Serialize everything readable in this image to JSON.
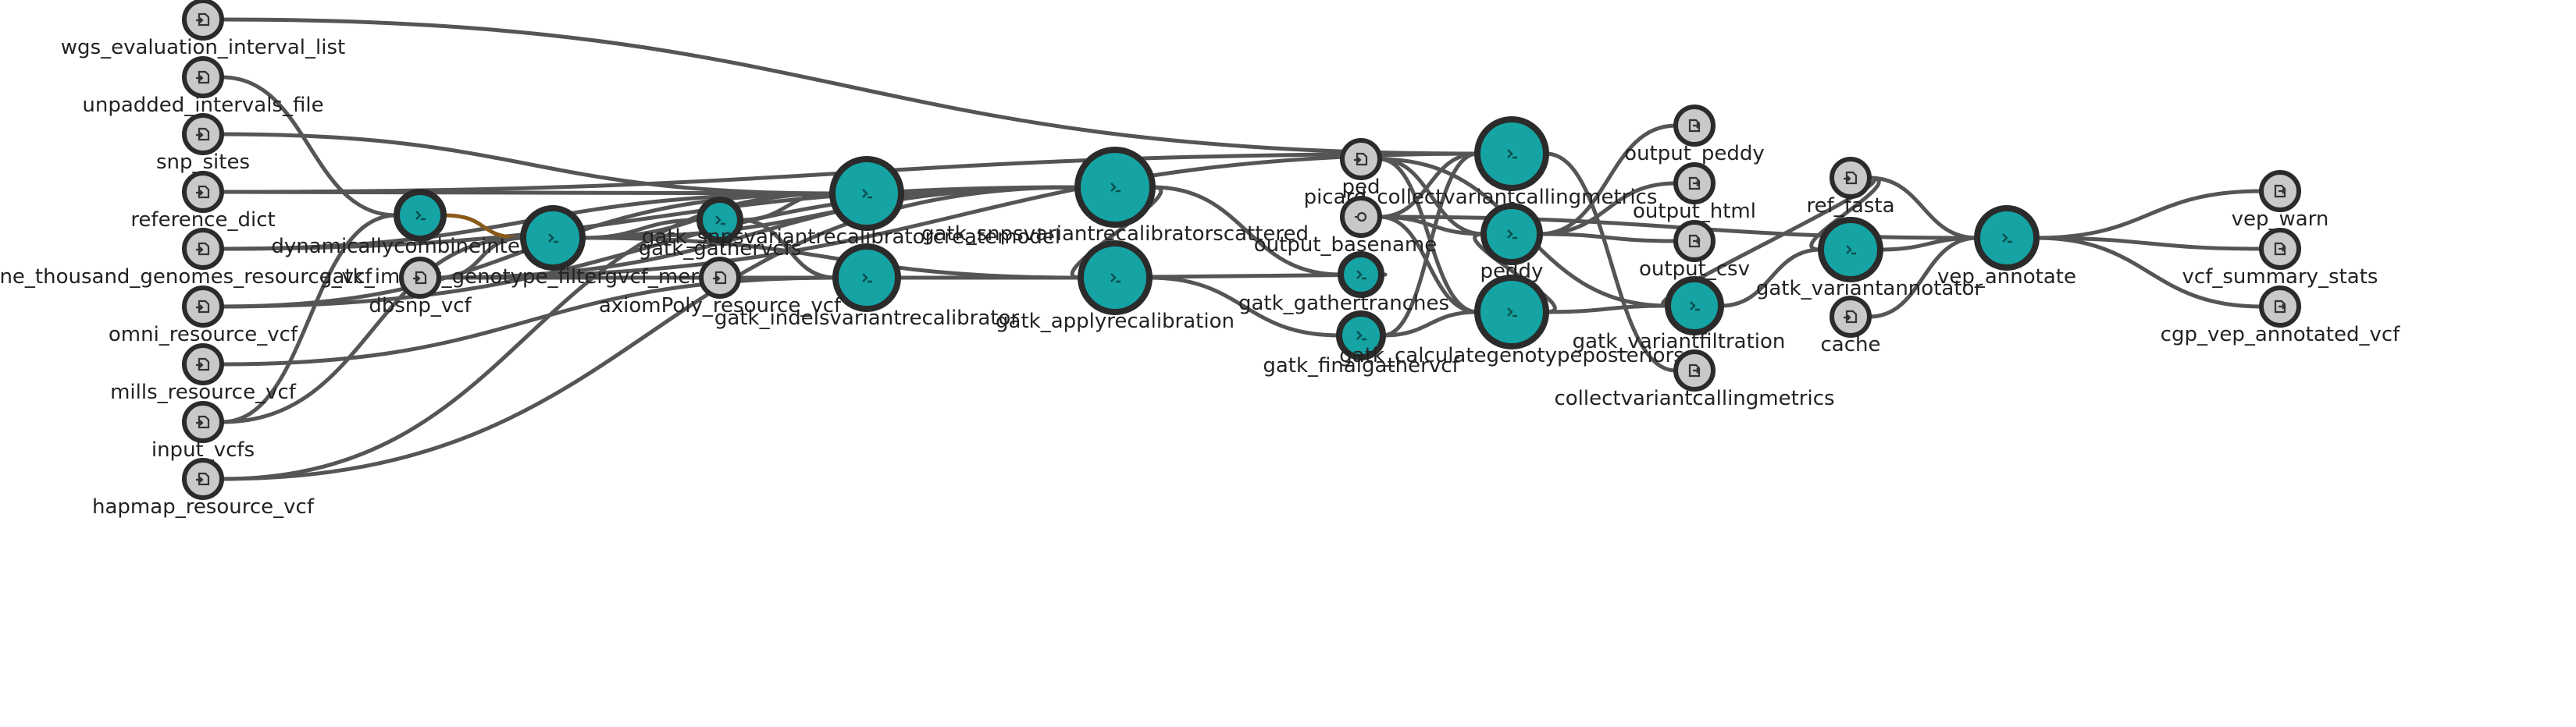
{
  "colors": {
    "step_fill": "#15a3a3",
    "io_fill": "#c9c9c9",
    "edge": "#555555",
    "highlight_edge": "#8a5a1a"
  },
  "inputs": [
    {
      "id": "wgs_evaluation_interval_list",
      "label": "wgs_evaluation_interval_list",
      "icon": "input-icon"
    },
    {
      "id": "unpadded_intervals_file",
      "label": "unpadded_intervals_file",
      "icon": "input-icon"
    },
    {
      "id": "snp_sites",
      "label": "snp_sites",
      "icon": "input-icon"
    },
    {
      "id": "reference_dict",
      "label": "reference_dict",
      "icon": "input-icon"
    },
    {
      "id": "one_thousand_genomes_resource_vcf",
      "label": "one_thousand_genomes_resource_vcf",
      "icon": "input-icon"
    },
    {
      "id": "omni_resource_vcf",
      "label": "omni_resource_vcf",
      "icon": "input-icon"
    },
    {
      "id": "mills_resource_vcf",
      "label": "mills_resource_vcf",
      "icon": "input-icon"
    },
    {
      "id": "input_vcfs",
      "label": "input_vcfs",
      "icon": "input-icon"
    },
    {
      "id": "hapmap_resource_vcf",
      "label": "hapmap_resource_vcf",
      "icon": "input-icon"
    },
    {
      "id": "dbsnp_vcf",
      "label": "dbsnp_vcf",
      "icon": "input-icon"
    },
    {
      "id": "axiomPoly_resource_vcf",
      "label": "axiomPoly_resource_vcf",
      "icon": "input-icon"
    },
    {
      "id": "ped",
      "label": "ped",
      "icon": "input-icon"
    },
    {
      "id": "output_basename",
      "label": "output_basename",
      "icon": "parameter-icon"
    },
    {
      "id": "ref_fasta",
      "label": "ref_fasta",
      "icon": "input-icon"
    },
    {
      "id": "cache",
      "label": "cache",
      "icon": "input-icon"
    }
  ],
  "steps": [
    {
      "id": "dynamicallycombineintervals",
      "label": "dynamicallycombineintervals"
    },
    {
      "id": "gatk_import_genotype_filtergvcf_merge",
      "label": "gatk_import_genotype_filtergvcf_merge"
    },
    {
      "id": "gatk_gathervcfs",
      "label": "gatk_gathervcfs"
    },
    {
      "id": "gatk_snpsvariantrecalibratorcreatemodel",
      "label": "gatk_snpsvariantrecalibratorcreatemodel"
    },
    {
      "id": "gatk_snpsvariantrecalibratorscattered",
      "label": "gatk_snpsvariantrecalibratorscattered"
    },
    {
      "id": "gatk_indelsvariantrecalibrator",
      "label": "gatk_indelsvariantrecalibrator"
    },
    {
      "id": "gatk_applyrecalibration",
      "label": "gatk_applyrecalibration"
    },
    {
      "id": "gatk_gathertranches",
      "label": "gatk_gathertranches"
    },
    {
      "id": "gatk_finalgathervcf",
      "label": "gatk_finalgathervcf"
    },
    {
      "id": "picard_collectvariantcallingmetrics",
      "label": "picard_collectvariantcallingmetrics"
    },
    {
      "id": "peddy",
      "label": "peddy"
    },
    {
      "id": "gatk_calculategenotypeposteriors",
      "label": "gatk_calculategenotypeposteriors"
    },
    {
      "id": "gatk_variantfiltration",
      "label": "gatk_variantfiltration"
    },
    {
      "id": "gatk_variantannotator",
      "label": "gatk_variantannotator"
    },
    {
      "id": "vep_annotate",
      "label": "vep_annotate"
    }
  ],
  "outputs": [
    {
      "id": "output_peddy",
      "label": "output_peddy",
      "icon": "output-icon"
    },
    {
      "id": "output_html",
      "label": "output_html",
      "icon": "output-icon"
    },
    {
      "id": "output_csv",
      "label": "output_csv",
      "icon": "output-icon"
    },
    {
      "id": "collectvariantcallingmetrics",
      "label": "collectvariantcallingmetrics",
      "icon": "output-icon"
    },
    {
      "id": "vep_warn",
      "label": "vep_warn",
      "icon": "output-icon"
    },
    {
      "id": "vcf_summary_stats",
      "label": "vcf_summary_stats",
      "icon": "output-icon"
    },
    {
      "id": "cgp_vep_annotated_vcf",
      "label": "cgp_vep_annotated_vcf",
      "icon": "output-icon"
    }
  ],
  "edges": [
    [
      "wgs_evaluation_interval_list",
      "picard_collectvariantcallingmetrics"
    ],
    [
      "unpadded_intervals_file",
      "dynamicallycombineintervals"
    ],
    [
      "snp_sites",
      "gatk_snpsvariantrecalibratorcreatemodel"
    ],
    [
      "reference_dict",
      "gatk_snpsvariantrecalibratorcreatemodel"
    ],
    [
      "reference_dict",
      "picard_collectvariantcallingmetrics"
    ],
    [
      "one_thousand_genomes_resource_vcf",
      "gatk_snpsvariantrecalibratorcreatemodel"
    ],
    [
      "one_thousand_genomes_resource_vcf",
      "gatk_snpsvariantrecalibratorscattered"
    ],
    [
      "omni_resource_vcf",
      "gatk_snpsvariantrecalibratorcreatemodel"
    ],
    [
      "omni_resource_vcf",
      "gatk_snpsvariantrecalibratorscattered"
    ],
    [
      "mills_resource_vcf",
      "gatk_indelsvariantrecalibrator"
    ],
    [
      "input_vcfs",
      "gatk_import_genotype_filtergvcf_merge"
    ],
    [
      "input_vcfs",
      "dynamicallycombineintervals"
    ],
    [
      "hapmap_resource_vcf",
      "gatk_snpsvariantrecalibratorcreatemodel"
    ],
    [
      "hapmap_resource_vcf",
      "gatk_snpsvariantrecalibratorscattered"
    ],
    [
      "dynamicallycombineintervals",
      "gatk_import_genotype_filtergvcf_merge"
    ],
    [
      "dbsnp_vcf",
      "gatk_import_genotype_filtergvcf_merge"
    ],
    [
      "dbsnp_vcf",
      "gatk_snpsvariantrecalibratorscattered"
    ],
    [
      "dbsnp_vcf",
      "gatk_indelsvariantrecalibrator"
    ],
    [
      "dbsnp_vcf",
      "picard_collectvariantcallingmetrics"
    ],
    [
      "axiomPoly_resource_vcf",
      "gatk_indelsvariantrecalibrator"
    ],
    [
      "gatk_import_genotype_filtergvcf_merge",
      "gatk_gathervcfs"
    ],
    [
      "gatk_import_genotype_filtergvcf_merge",
      "gatk_snpsvariantrecalibratorcreatemodel"
    ],
    [
      "gatk_import_genotype_filtergvcf_merge",
      "gatk_snpsvariantrecalibratorscattered"
    ],
    [
      "gatk_import_genotype_filtergvcf_merge",
      "gatk_applyrecalibration"
    ],
    [
      "gatk_gathervcfs",
      "gatk_indelsvariantrecalibrator"
    ],
    [
      "gatk_gathervcfs",
      "gatk_snpsvariantrecalibratorcreatemodel"
    ],
    [
      "gatk_snpsvariantrecalibratorcreatemodel",
      "gatk_snpsvariantrecalibratorscattered"
    ],
    [
      "gatk_snpsvariantrecalibratorscattered",
      "gatk_gathertranches"
    ],
    [
      "gatk_snpsvariantrecalibratorscattered",
      "gatk_applyrecalibration"
    ],
    [
      "gatk_indelsvariantrecalibrator",
      "gatk_applyrecalibration"
    ],
    [
      "gatk_gathertranches",
      "gatk_applyrecalibration"
    ],
    [
      "gatk_applyrecalibration",
      "gatk_finalgathervcf"
    ],
    [
      "gatk_finalgathervcf",
      "picard_collectvariantcallingmetrics"
    ],
    [
      "gatk_finalgathervcf",
      "gatk_calculategenotypeposteriors"
    ],
    [
      "ped",
      "peddy"
    ],
    [
      "ped",
      "gatk_calculategenotypeposteriors"
    ],
    [
      "ped",
      "gatk_variantfiltration"
    ],
    [
      "output_basename",
      "picard_collectvariantcallingmetrics"
    ],
    [
      "output_basename",
      "peddy"
    ],
    [
      "output_basename",
      "gatk_calculategenotypeposteriors"
    ],
    [
      "output_basename",
      "vep_annotate"
    ],
    [
      "gatk_calculategenotypeposteriors",
      "gatk_variantfiltration"
    ],
    [
      "gatk_calculategenotypeposteriors",
      "peddy"
    ],
    [
      "peddy",
      "output_peddy"
    ],
    [
      "peddy",
      "output_html"
    ],
    [
      "peddy",
      "output_csv"
    ],
    [
      "picard_collectvariantcallingmetrics",
      "collectvariantcallingmetrics"
    ],
    [
      "gatk_variantfiltration",
      "gatk_variantannotator"
    ],
    [
      "ref_fasta",
      "gatk_variantannotator"
    ],
    [
      "ref_fasta",
      "vep_annotate"
    ],
    [
      "ref_fasta",
      "gatk_variantfiltration"
    ],
    [
      "cache",
      "vep_annotate"
    ],
    [
      "gatk_variantannotator",
      "vep_annotate"
    ],
    [
      "vep_annotate",
      "vep_warn"
    ],
    [
      "vep_annotate",
      "vcf_summary_stats"
    ],
    [
      "vep_annotate",
      "cgp_vep_annotated_vcf"
    ]
  ],
  "highlight_edges": [
    [
      "dynamicallycombineintervals",
      "gatk_import_genotype_filtergvcf_merge"
    ]
  ]
}
